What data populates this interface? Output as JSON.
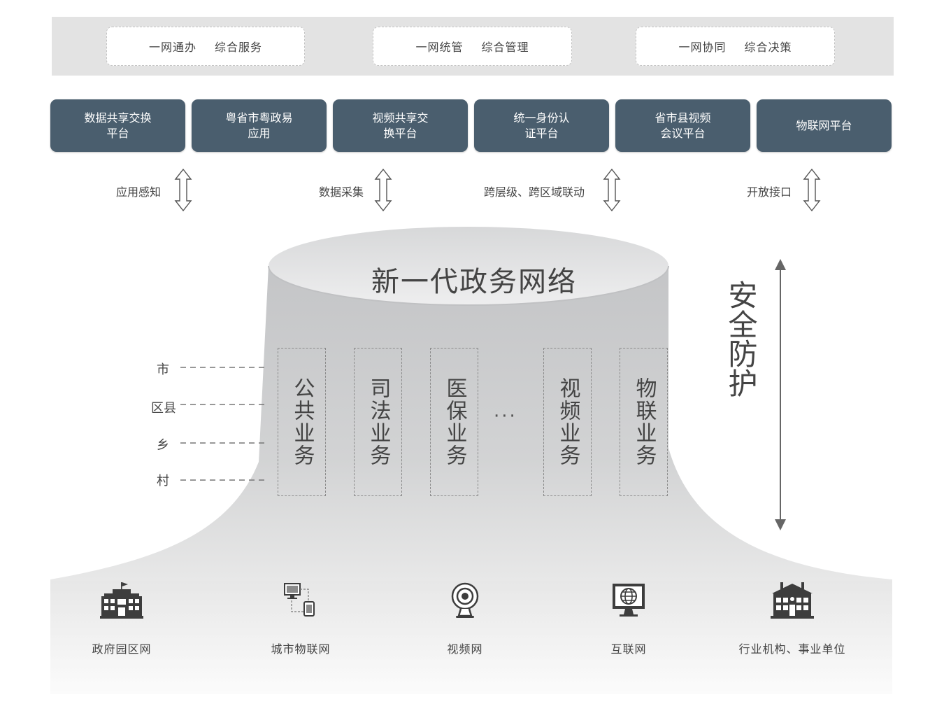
{
  "top_services": [
    {
      "left": "一网通办",
      "right": "综合服务"
    },
    {
      "left": "一网统管",
      "right": "综合管理"
    },
    {
      "left": "一网协同",
      "right": "综合决策"
    }
  ],
  "platforms": [
    {
      "line1": "数据共享交换",
      "line2": "平台"
    },
    {
      "line1": "粤省市粤政易",
      "line2": "应用"
    },
    {
      "line1": "视频共享交",
      "line2": "换平台"
    },
    {
      "line1": "统一身份认",
      "line2": "证平台"
    },
    {
      "line1": "省市县视频",
      "line2": "会议平台"
    },
    {
      "line1": "物联网平台",
      "line2": ""
    }
  ],
  "connectors": [
    "应用感知",
    "数据采集",
    "跨层级、跨区域联动",
    "开放接口"
  ],
  "core": {
    "title": "新一代政务网络"
  },
  "businesses": [
    "公共业务",
    "司法业务",
    "医保业务",
    "视频业务",
    "物联业务"
  ],
  "ellipsis": "···",
  "levels": [
    "市",
    "区县",
    "乡",
    "村"
  ],
  "security": "安全防护",
  "networks": [
    {
      "label": "政府园区网",
      "icon": "government-building-icon"
    },
    {
      "label": "城市物联网",
      "icon": "iot-devices-icon"
    },
    {
      "label": "视频网",
      "icon": "webcam-icon"
    },
    {
      "label": "互联网",
      "icon": "internet-monitor-icon"
    },
    {
      "label": "行业机构、事业单位",
      "icon": "institution-building-icon"
    }
  ],
  "colors": {
    "platform": "#4a5e6e",
    "band": "#e3e3e3",
    "cylinder": "#c6c7c9"
  }
}
